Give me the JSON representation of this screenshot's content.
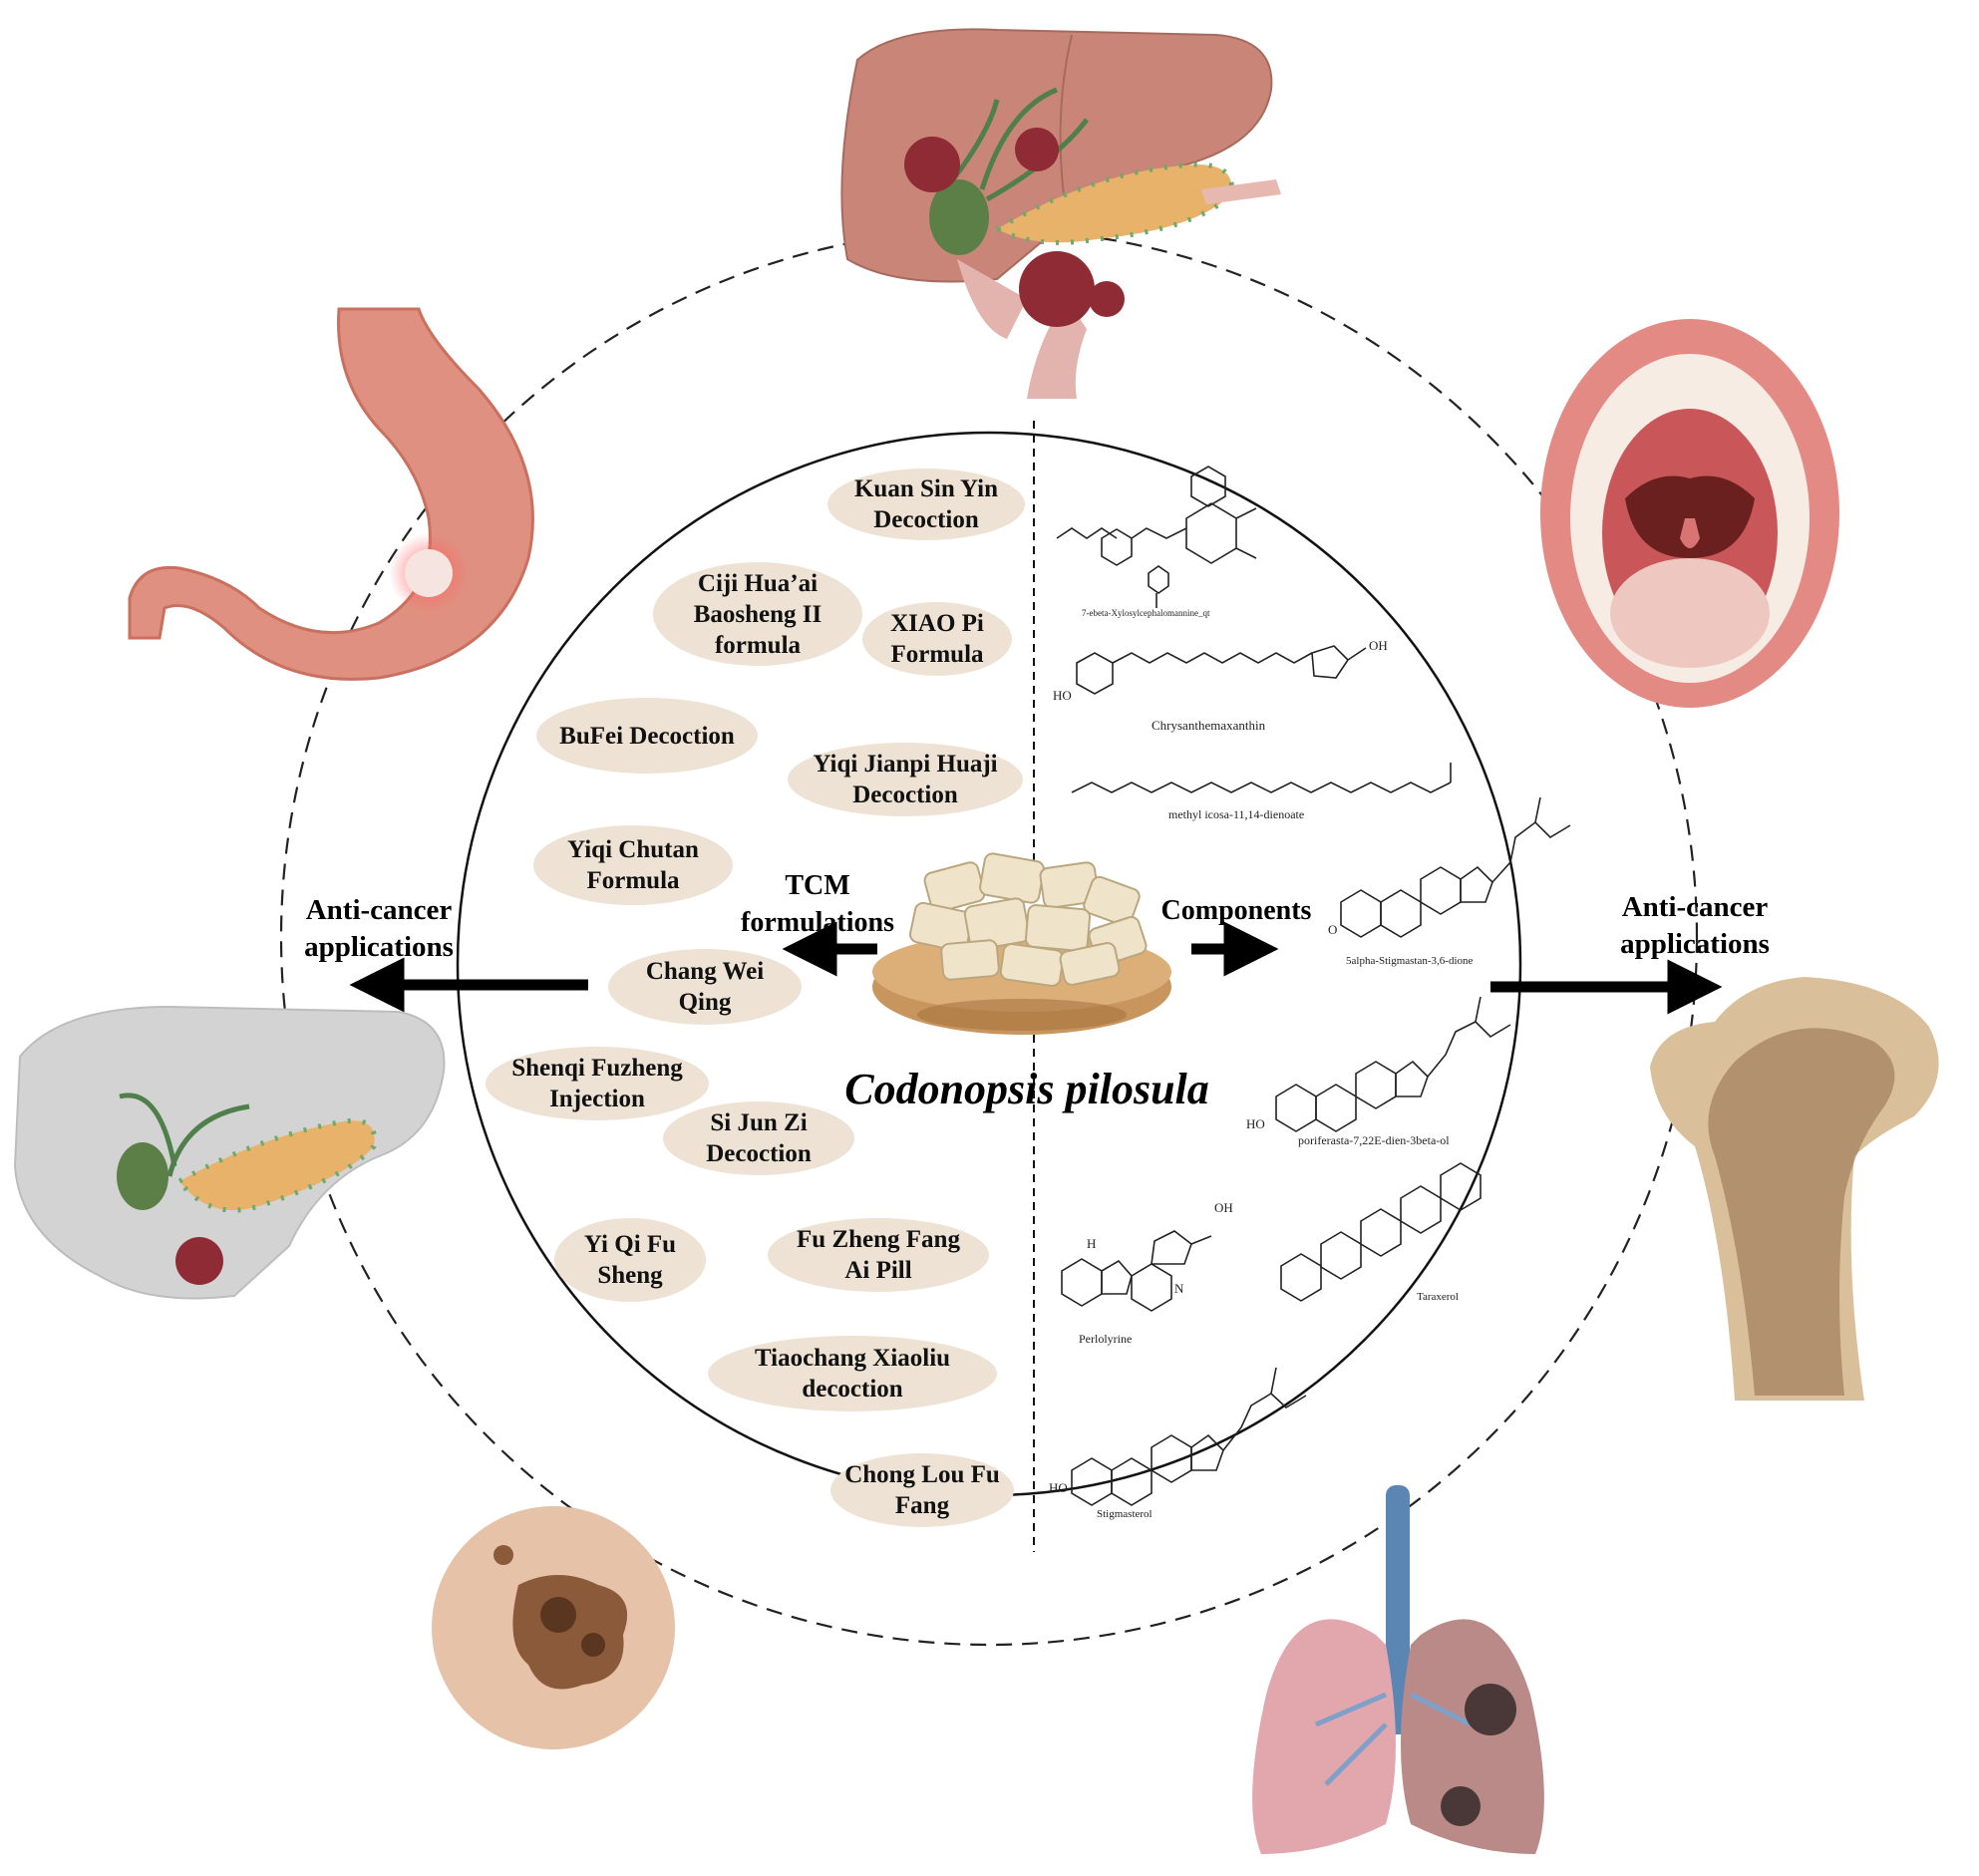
{
  "title": "Codonopsis pilosula",
  "left_heading": "TCM\nformulations",
  "right_heading": "Components",
  "anticancer_left": "Anti-cancer\napplications",
  "anticancer_right": "Anti-cancer\napplications",
  "formulations": [
    "Kuan Sin Yin\nDecoction",
    "Ciji Hua’ai\nBaosheng II\nformula",
    "XIAO Pi\nFormula",
    "BuFei Decoction",
    "Yiqi Jianpi Huaji\nDecoction",
    "Yiqi Chutan\nFormula",
    "Chang Wei\nQing",
    "Shenqi Fuzheng\nInjection",
    "Si Jun Zi\nDecoction",
    "Yi Qi Fu\nSheng",
    "Fu Zheng Fang\nAi Pill",
    "Tiaochang Xiaoliu\ndecoction",
    "Chong Lou Fu\nFang"
  ],
  "components": [
    "7-ebeta-Xylosylcephalomannine_qt",
    "Chrysanthemaxanthin",
    "methyl icosa-11,14-dienoate",
    "5alpha-Stigmastan-3,6-dione",
    "poriferasta-7,22E-dien-3beta-ol",
    "Perlolyrine",
    "Taraxerol",
    "Stigmasterol"
  ],
  "chem_labels": [
    "HO",
    "OH",
    "O",
    "N",
    "H"
  ],
  "organs": [
    {
      "name": "liver-pancreas-icon"
    },
    {
      "name": "mouth-icon"
    },
    {
      "name": "bone-icon"
    },
    {
      "name": "lung-icon"
    },
    {
      "name": "skin-lesion-icon"
    },
    {
      "name": "pancreas-icon"
    },
    {
      "name": "stomach-icon"
    }
  ],
  "colors": {
    "oval": "#ede2d4",
    "arrow": "#000000",
    "liver": "#c98678",
    "stomach": "#e09080",
    "bone": "#d9c09a",
    "lung": "#d7a0a0"
  }
}
